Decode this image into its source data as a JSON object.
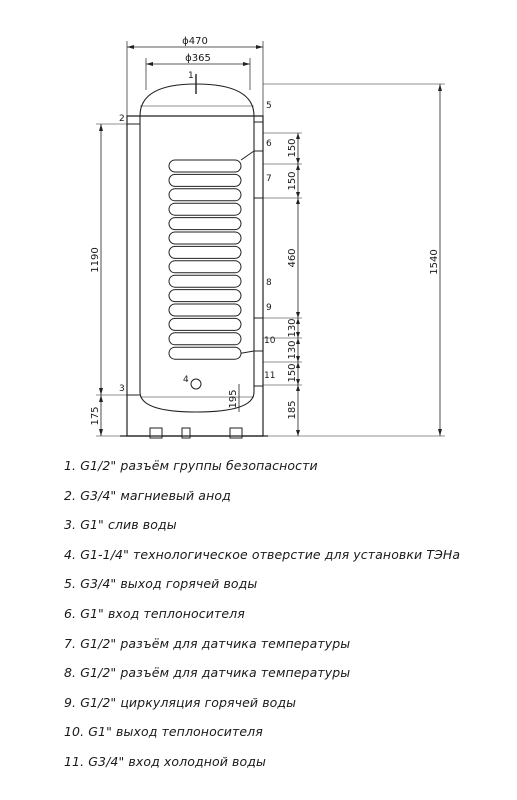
{
  "dimensions": {
    "outer_diameter": "ϕ470",
    "inner_diameter": "ϕ365",
    "total_height": "1540",
    "left_height": "1190",
    "left_bottom": "175",
    "port4_height": "195",
    "right_segments": [
      "150",
      "150",
      "460",
      "130",
      "130",
      "150",
      "185"
    ]
  },
  "ports": [
    "1",
    "2",
    "3",
    "4",
    "5",
    "6",
    "7",
    "8",
    "9",
    "10",
    "11"
  ],
  "legend": [
    "1. G1/2\" разъём группы безопасности",
    "2. G3/4\" магниевый анод",
    "3. G1\" слив воды",
    "4. G1-1/4\" технологическое отверстие для установки ТЭНа",
    "5. G3/4\" выход горячей воды",
    "6. G1\" вход теплоносителя",
    "7. G1/2\" разъём для датчика температуры",
    "8. G1/2\" разъём для датчика температуры",
    "9. G1/2\" циркуляция горячей воды",
    "10. G1\" выход теплоносителя",
    "11. G3/4\" вход холодной воды"
  ]
}
